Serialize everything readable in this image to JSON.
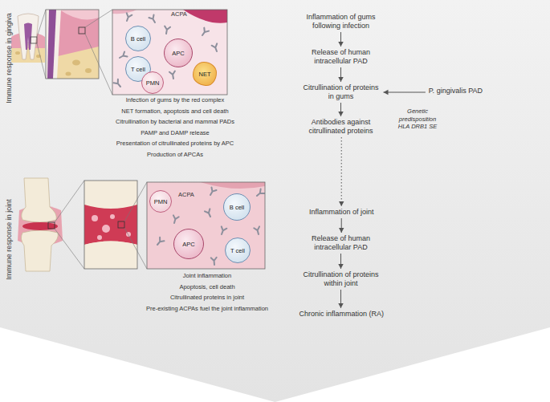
{
  "diagram": {
    "nodes": [
      {
        "text": [
          "Inflammation of gums following infection"
        ]
      },
      {
        "text": [
          "Release of human intracellular PAD"
        ]
      },
      {
        "text": [
          "Citrullination of proteins in gums"
        ]
      },
      {
        "text": [
          "P. gingivalis PAD"
        ]
      },
      {
        "text": [
          "Antibodies against citrullinated proteins"
        ]
      },
      {
        "text": [
          "Inflammation of joint"
        ]
      },
      {
        "text": [
          "Release of human intracellular PAD"
        ]
      },
      {
        "text": [
          "Citrullination of proteins within joint"
        ]
      },
      {
        "text": [
          "Chronic inflammation (RA)"
        ]
      },
      {
        "text": [
          "B cell"
        ]
      },
      {
        "text": [
          "T cell"
        ]
      },
      {
        "text": [
          "APC"
        ]
      },
      {
        "text": [
          "PMN"
        ]
      },
      {
        "text": [
          "NET"
        ]
      },
      {
        "text": [
          "PMN"
        ]
      },
      {
        "text": [
          "B cell"
        ]
      },
      {
        "text": [
          "APC"
        ]
      },
      {
        "text": [
          "T cell"
        ]
      }
    ],
    "edges": [
      {
        "from": 0,
        "to": 1,
        "arrow": "to"
      },
      {
        "from": 1,
        "to": 2,
        "arrow": "to"
      },
      {
        "from": 3,
        "to": 2,
        "arrow": "to"
      },
      {
        "from": 2,
        "to": 4,
        "arrow": "to"
      },
      {
        "from": 4,
        "to": 5,
        "arrow": "to"
      },
      {
        "from": 5,
        "to": 6,
        "arrow": "to"
      },
      {
        "from": 6,
        "to": 7,
        "arrow": "to"
      },
      {
        "from": 7,
        "to": 8,
        "arrow": "to"
      }
    ],
    "labels": [
      "Immune response in gingiva",
      "ACPA",
      "Infection of gums by the red complex",
      "NET formation, apoptosis and cell death",
      "Citrullination by bacterial and mammal PADs",
      "PAMP and DAMP release",
      "Presentation of citrullinated proteins by APC",
      "Production of APCAs",
      "Genetic predisposition HLA DRB1 SE",
      "Immune response in joint",
      "ACPA",
      "Joint inflammation",
      "Apoptosis, cell death",
      "Citrullinated proteins in joint",
      "Pre-existing ACPAs fuel the joint inflammation"
    ]
  }
}
